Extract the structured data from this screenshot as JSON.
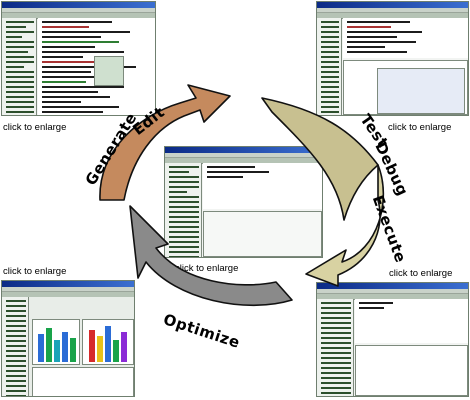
{
  "captions": {
    "top_left": "click to enlarge",
    "top_right": "click to enlarge",
    "center": "click to enlarge",
    "bottom_left": "click to enlarge",
    "bottom_right": "click to enlarge"
  },
  "stages": {
    "generate": "Generate",
    "edit": "Edit",
    "test": "Test",
    "debug": "Debug",
    "execute": "Execute",
    "optimize": "Optimize"
  },
  "colors": {
    "arrow_generate_edit": "#c58a5e",
    "arrow_test_debug": "#c8c090",
    "arrow_execute": "#d8d2a2",
    "arrow_optimize": "#8a8a8a",
    "outline": "#111111"
  }
}
